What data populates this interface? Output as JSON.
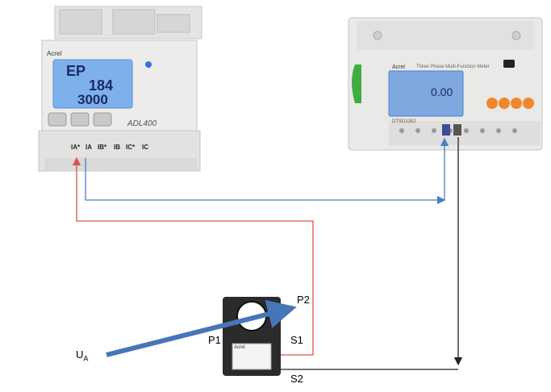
{
  "left_meter": {
    "brand": "Acrel",
    "model": "ADL400",
    "display": {
      "line1": "EP",
      "line2": "184",
      "line3": "3000"
    },
    "terminals": [
      "IA*",
      "IA",
      "IB*",
      "IB",
      "IC*",
      "IC"
    ],
    "colors": {
      "body": "#e9e9e7",
      "lcd": "#7eb0ec",
      "lcd_text": "#1b2a66"
    }
  },
  "right_meter": {
    "brand": "Acrel",
    "model": "DTSD1352",
    "header": "Three Phase Multi-Function Meter",
    "display": {
      "value": "0.00"
    },
    "button_color": "#f0872e",
    "side_color": "#3fae3f"
  },
  "ct": {
    "brand": "Acrel",
    "labels": {
      "p1": "P1",
      "p2": "P2",
      "s1": "S1",
      "s2": "S2"
    },
    "body_color": "#2b2b2b"
  },
  "input": {
    "label": "U",
    "subscript": "A"
  },
  "wires": {
    "red": "#d9534f",
    "blue": "#4a7ebf",
    "black": "#222222",
    "arrow": "#4676b8"
  }
}
